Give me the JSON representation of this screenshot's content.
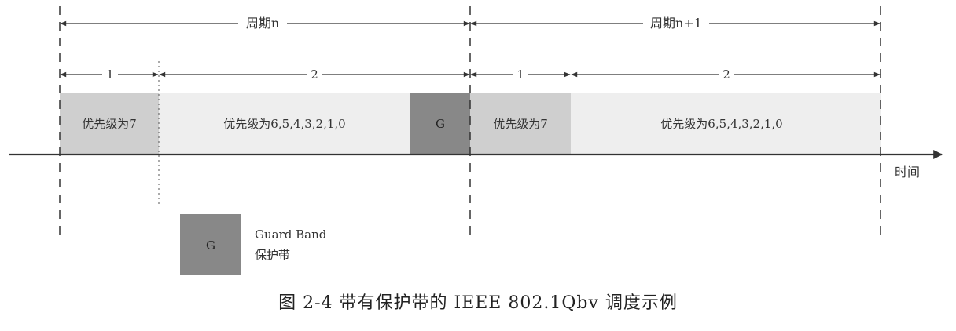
{
  "colors": {
    "high_priority_fill": "#cfcfcf",
    "low_priority_fill": "#eeeeee",
    "guard_fill": "#888888",
    "line": "#333333"
  },
  "cycles": [
    {
      "label": "周期n"
    },
    {
      "label": "周期n+1"
    }
  ],
  "segments": [
    {
      "label": "1"
    },
    {
      "label": "2"
    },
    {
      "label": "1"
    },
    {
      "label": "2"
    }
  ],
  "blocks": [
    {
      "label": "优先级为7",
      "kind": "high_priority"
    },
    {
      "label": "优先级为6,5,4,3,2,1,0",
      "kind": "low_priority"
    },
    {
      "label": "G",
      "kind": "guard"
    },
    {
      "label": "优先级为7",
      "kind": "high_priority"
    },
    {
      "label": "优先级为6,5,4,3,2,1,0",
      "kind": "low_priority"
    }
  ],
  "axis": {
    "label": "时间"
  },
  "legend": {
    "box_label": "G",
    "line1": "Guard Band",
    "line2": "保护带"
  },
  "caption": "图 2-4 带有保护带的 IEEE 802.1Qbv 调度示例"
}
